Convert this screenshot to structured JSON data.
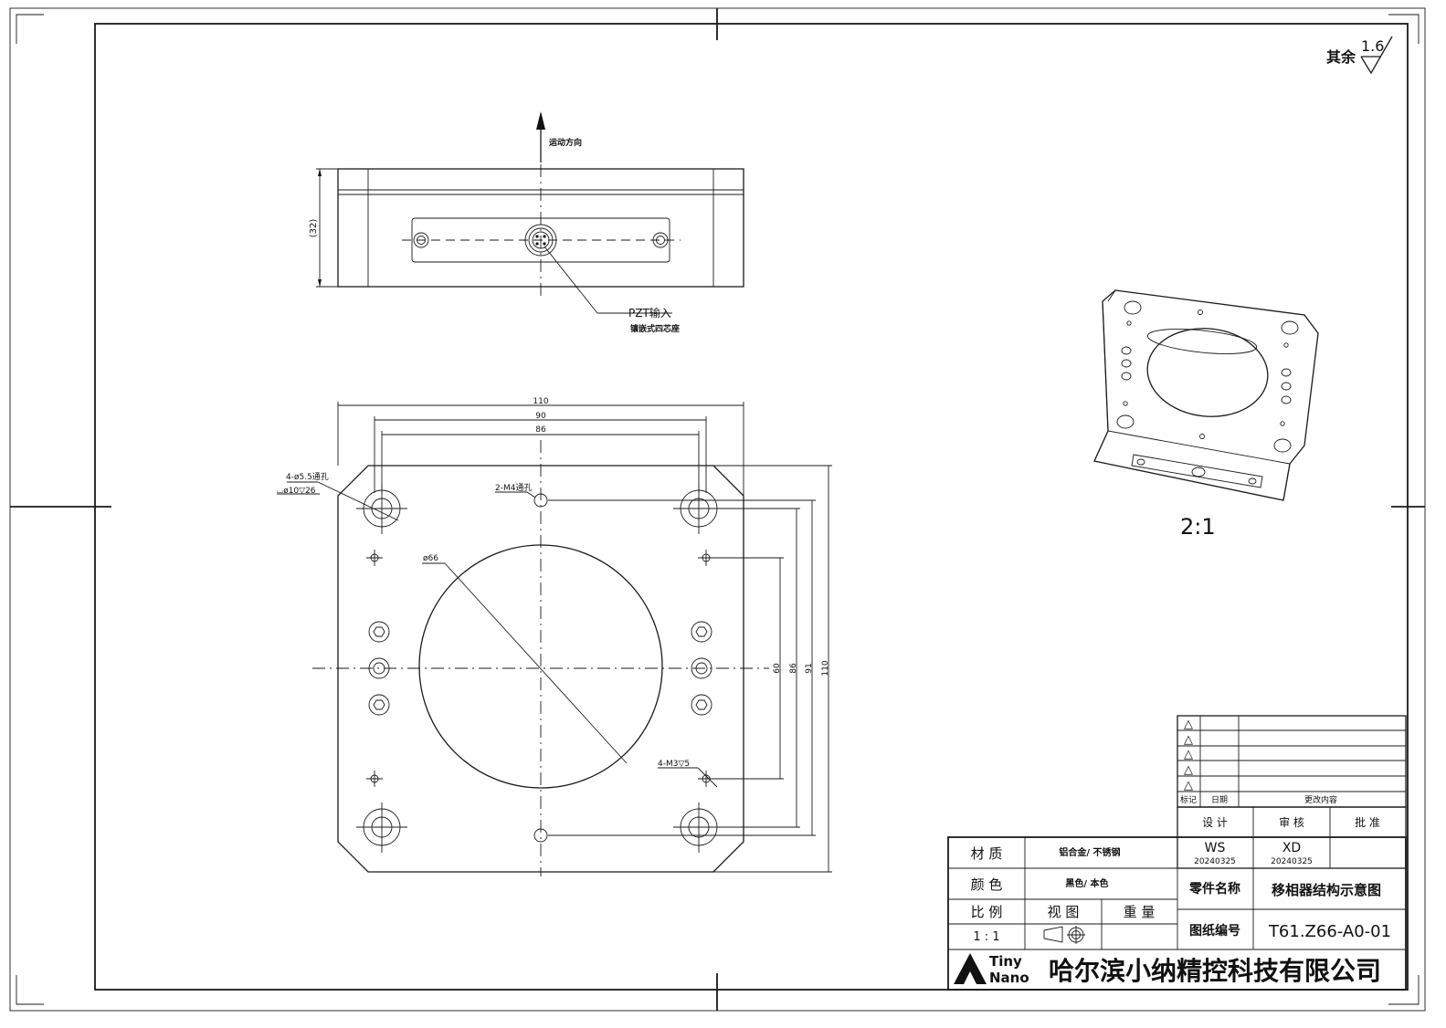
{
  "surface_finish": {
    "label": "其余",
    "value": "1.6"
  },
  "top_view": {
    "motion_label": "运动方向",
    "height_dim": "(32)",
    "pzt_label": "PZT输入",
    "pzt_sub": "镶嵌式四芯座"
  },
  "front_view": {
    "dim_110_top": "110",
    "dim_90": "90",
    "dim_86_top": "86",
    "hole_4_55": "4-ø5.5通孔",
    "hole_cbore": "⌴ø10▽26",
    "hole_m4": "2-M4通孔",
    "circle_66": "ø66",
    "hole_m3": "4-M3▽5",
    "dim_60": "60",
    "dim_86_right": "86",
    "dim_91": "91",
    "dim_110_right": "110"
  },
  "iso_view": {
    "scale": "2:1"
  },
  "revision_table": {
    "rows": [
      "△",
      "△",
      "△",
      "△",
      "△"
    ],
    "col_mark": "标记",
    "col_date": "日期",
    "col_content": "更改内容"
  },
  "title_block": {
    "design_label": "设 计",
    "review_label": "审 核",
    "approve_label": "批 准",
    "designer": "WS",
    "designer_date": "20240325",
    "reviewer": "XD",
    "reviewer_date": "20240325",
    "material_label": "材 质",
    "material_value": "铝合金/ 不锈钢",
    "color_label": "颜 色",
    "color_value": "黑色/ 本色",
    "part_name_label": "零件名称",
    "part_name_value": "移相器结构示意图",
    "scale_label": "比 例",
    "view_label": "视 图",
    "weight_label": "重 量",
    "scale_value": "1 : 1",
    "drawing_no_label": "图纸编号",
    "drawing_no_value": "T61.Z66-A0-01",
    "logo_tiny": "Tiny",
    "logo_nano": "Nano",
    "company": "哈尔滨小纳精控科技有限公司"
  }
}
